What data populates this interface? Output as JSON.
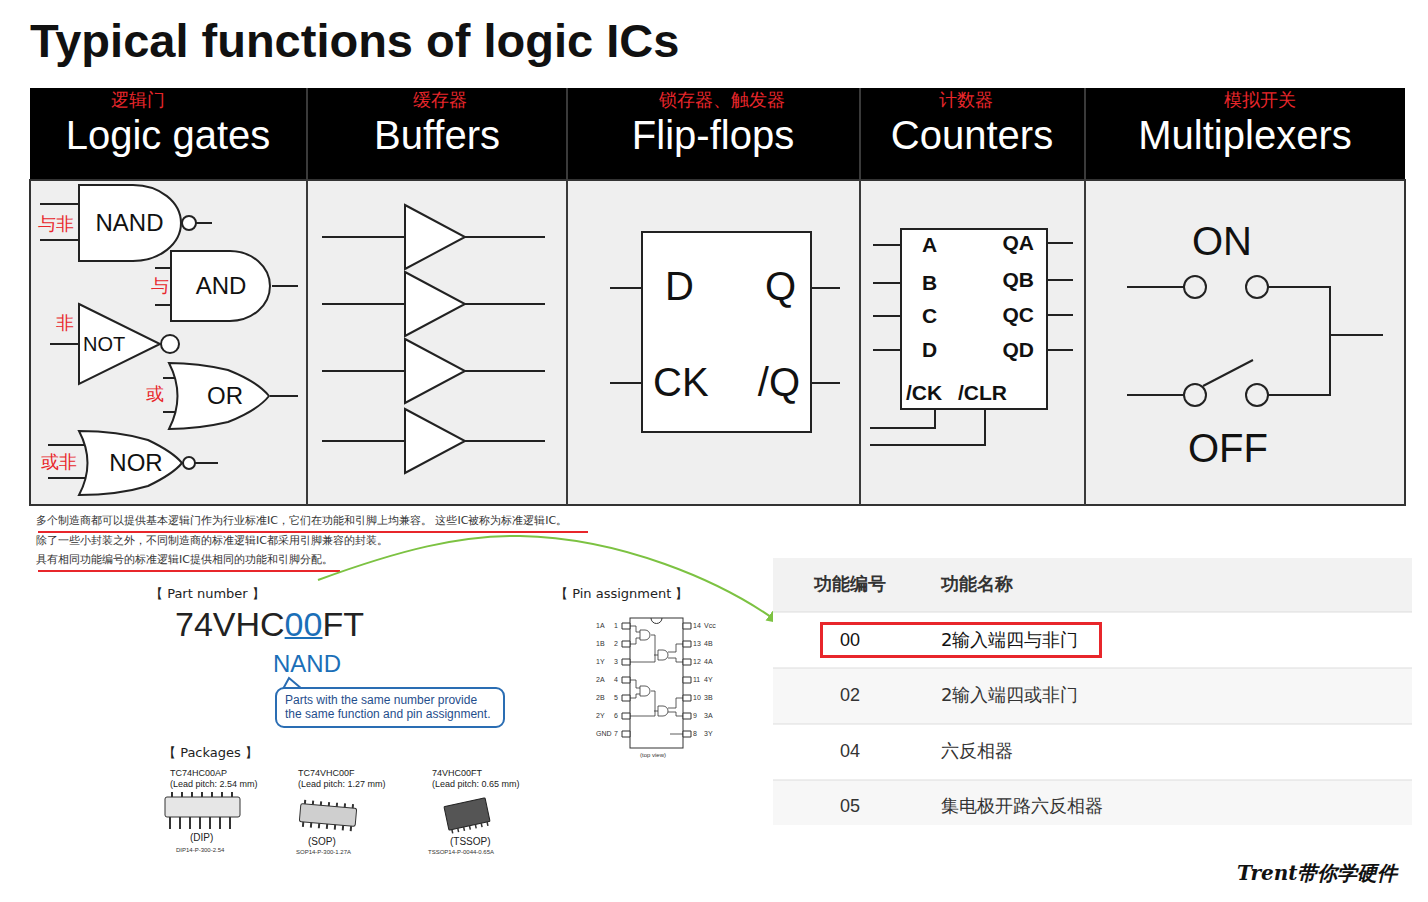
{
  "diagram": {
    "title": "Typical functions of logic ICs",
    "nodes": [
      {
        "text": [
          "NAND"
        ]
      },
      {
        "text": [
          "AND"
        ]
      },
      {
        "text": [
          "NOT"
        ]
      },
      {
        "text": [
          "OR"
        ]
      },
      {
        "text": [
          "NOR"
        ]
      },
      {
        "text": [
          "D",
          "Q",
          "CK",
          "/Q"
        ]
      },
      {
        "text": [
          "A",
          "B",
          "C",
          "D",
          "QA",
          "QB",
          "QC",
          "QD",
          "/CK",
          "/CLR"
        ]
      },
      {
        "text": [
          "Parts with the same number provide the same function and pin assignment."
        ]
      },
      {
        "text": [
          "00",
          "2输入端四与非门"
        ]
      }
    ],
    "labels": [
      "逻辑门",
      "Logic gates",
      "缓存器",
      "Buffers",
      "锁存器、触发器",
      "Flip-flops",
      "计数器",
      "Counters",
      "模拟开关",
      "Multiplexers",
      "与非",
      "与",
      "非",
      "或",
      "或非",
      "ON",
      "OFF",
      "多个制造商都可以提供基本逻辑门作为行业标准IC，它们在功能和引脚上均兼容。 这些IC被称为标准逻辑IC。",
      "除了一些小封装之外，不同制造商的标准逻辑IC都采用引脚兼容的封装。",
      "具有相同功能编号的标准逻辑IC提供相同的功能和引脚分配。",
      "【 Part number 】",
      "74VHC",
      "00",
      "FT",
      "NAND",
      "【 Pin assignment 】",
      "1A",
      "1",
      "1B",
      "2",
      "1Y",
      "3",
      "2A",
      "4",
      "2B",
      "5",
      "2Y",
      "6",
      "GND",
      "7",
      "14",
      "Vcc",
      "13",
      "4B",
      "12",
      "4A",
      "11",
      "4Y",
      "10",
      "3B",
      "9",
      "3A",
      "8",
      "3Y",
      "(top view)",
      "【 Packages 】",
      "TC74HC00AP",
      "(Lead pitch: 2.54 mm)",
      "(DIP)",
      "DIP14-P-300-2.54",
      "TC74VHC00F",
      "(Lead pitch: 1.27 mm)",
      "(SOP)",
      "SOP14-P-300-1.27A",
      "74VHC00FT",
      "(Lead pitch: 0.65 mm)",
      "(TSSOP)",
      "TSSOP14-P-0044-0.65A",
      "功能编号",
      "功能名称",
      "02",
      "2输入端四或非门",
      "04",
      "六反相器",
      "05",
      "集电极开路六反相器",
      "Trent带你学硬件"
    ]
  }
}
